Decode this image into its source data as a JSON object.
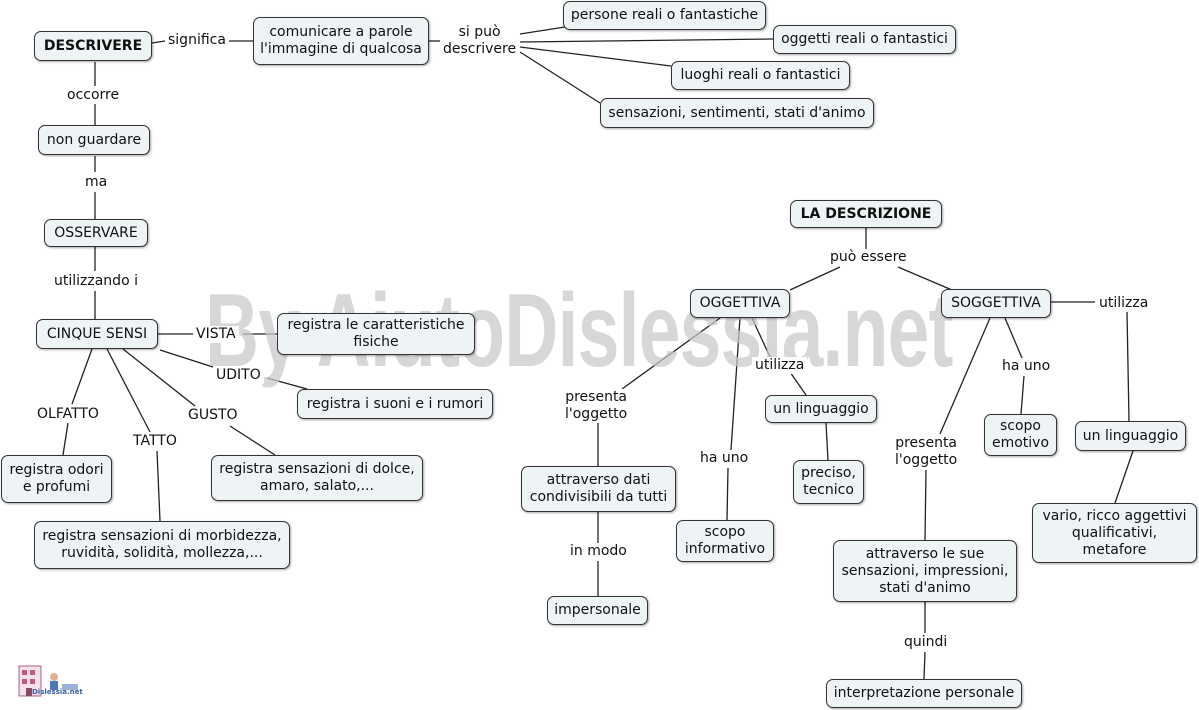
{
  "watermark": "By AiutoDislessia.net",
  "logo_text": "Dislessia.net",
  "nodes": {
    "descrivere": "DESCRIVERE",
    "comunicare": "comunicare a parole\nl'immagine di qualcosa",
    "persone": "persone reali o fantastiche",
    "oggetti": "oggetti reali o fantastici",
    "luoghi": "luoghi reali o fantastici",
    "sensazioni": "sensazioni, sentimenti, stati d'animo",
    "non_guardare": "non guardare",
    "osservare": "OSSERVARE",
    "cinque_sensi": "CINQUE SENSI",
    "caratteristiche": "registra le caratteristiche\nfisiche",
    "suoni": "registra i suoni e i rumori",
    "odori": "registra odori\ne profumi",
    "dolce": "registra sensazioni di dolce,\namaro, salato,...",
    "morbidezza": "registra sensazioni di morbidezza,\nruvidità, solidità, mollezza,...",
    "la_descrizione": "LA DESCRIZIONE",
    "oggettiva": "OGGETTIVA",
    "soggettiva": "SOGGETTIVA",
    "dati": "attraverso dati\ncondivisibili da tutti",
    "impersonale": "impersonale",
    "informativo": "scopo\ninformativo",
    "linguaggio1": "un linguaggio",
    "preciso": "preciso,\ntecnico",
    "sue_sensazioni": "attraverso le sue\nsensazioni, impressioni,\nstati d'animo",
    "interpretazione": "interpretazione personale",
    "emotivo": "scopo\nemotivo",
    "linguaggio2": "un linguaggio",
    "vario": "vario, ricco aggettivi\nqualificativi,\nmetafore"
  },
  "links": {
    "significa": "significa",
    "si_puo": "si può\ndescrivere",
    "occorre": "occorre",
    "ma": "ma",
    "utilizzando": "utilizzando i",
    "vista": "VISTA",
    "udito": "UDITO",
    "olfatto": "OLFATTO",
    "tatto": "TATTO",
    "gusto": "GUSTO",
    "puo_essere": "può essere",
    "presenta1": "presenta\nl'oggetto",
    "in_modo": "in modo",
    "ha_uno1": "ha uno",
    "utilizza1": "utilizza",
    "presenta2": "presenta\nl'oggetto",
    "quindi": "quindi",
    "ha_uno2": "ha uno",
    "utilizza2": "utilizza"
  }
}
